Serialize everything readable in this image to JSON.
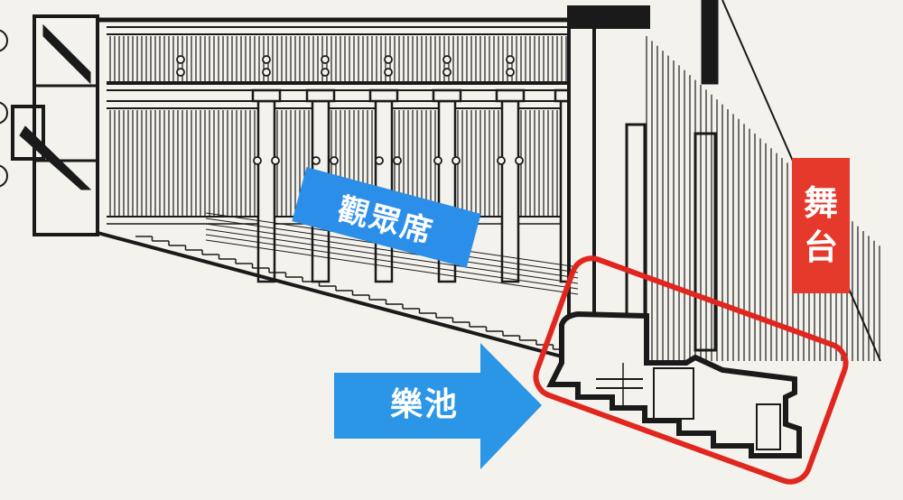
{
  "labels": {
    "seating": "觀眾席",
    "orchestra_pit": "樂池",
    "stage_line1": "舞",
    "stage_line2": "台"
  },
  "colors": {
    "background": "#f4f2ec",
    "ink": "#1a1a1a",
    "seating_label_bg": "#2b8ee8",
    "pit_arrow": "#2b95e6",
    "stage_label_bg": "#e5392c",
    "highlight_outline": "#e0261e"
  },
  "icons": {
    "pit_arrow": "arrow-right-icon",
    "pit_highlight": "rounded-rectangle-outline"
  }
}
